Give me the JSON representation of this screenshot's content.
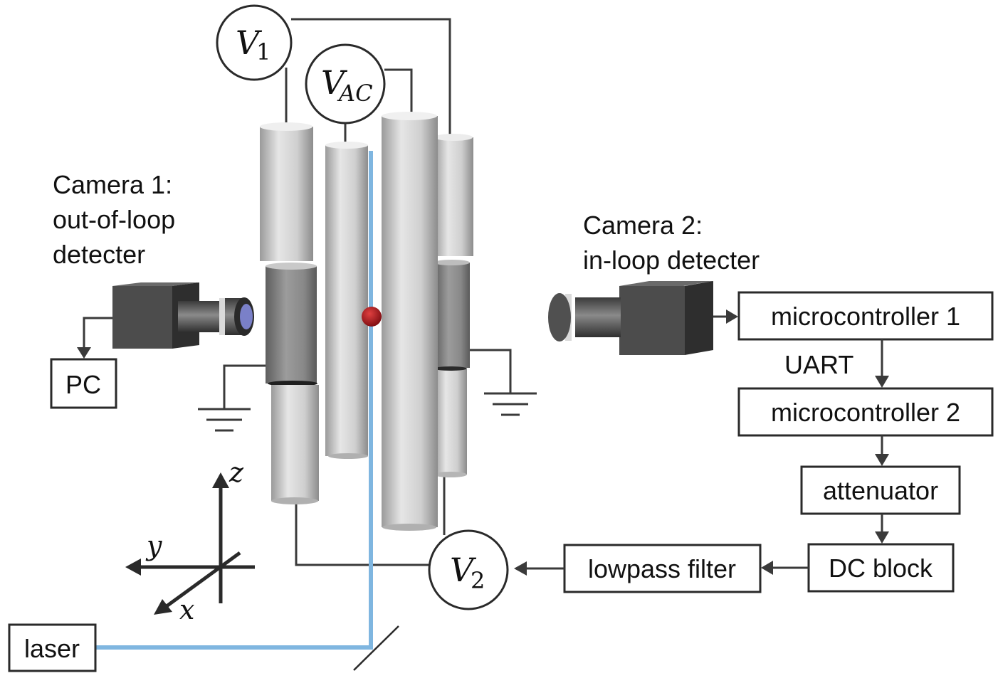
{
  "diagram": {
    "sources": {
      "v1": {
        "sym": "V",
        "sub": "1"
      },
      "vac": {
        "sym": "V",
        "sub": "AC"
      },
      "v2": {
        "sym": "V",
        "sub": "2"
      }
    },
    "camera1": {
      "line1": "Camera 1:",
      "line2": "out-of-loop",
      "line3": "detecter"
    },
    "camera2": {
      "line1": "Camera 2:",
      "line2": "in-loop detecter"
    },
    "boxes": {
      "pc": "PC",
      "laser": "laser",
      "mc1": "microcontroller 1",
      "mc2": "microcontroller 2",
      "attenuator": "attenuator",
      "dcblock": "DC block",
      "lowpass": "lowpass filter"
    },
    "link_label": "UART",
    "axes": {
      "z": "z",
      "y": "y",
      "x": "x"
    },
    "colors": {
      "laser_beam": "#7fb6e0",
      "electrode_light": "#d4d4d4",
      "electrode_dark": "#8a8a8a",
      "particle": "#b0141c",
      "camera_body": "#4a4a4a"
    }
  }
}
